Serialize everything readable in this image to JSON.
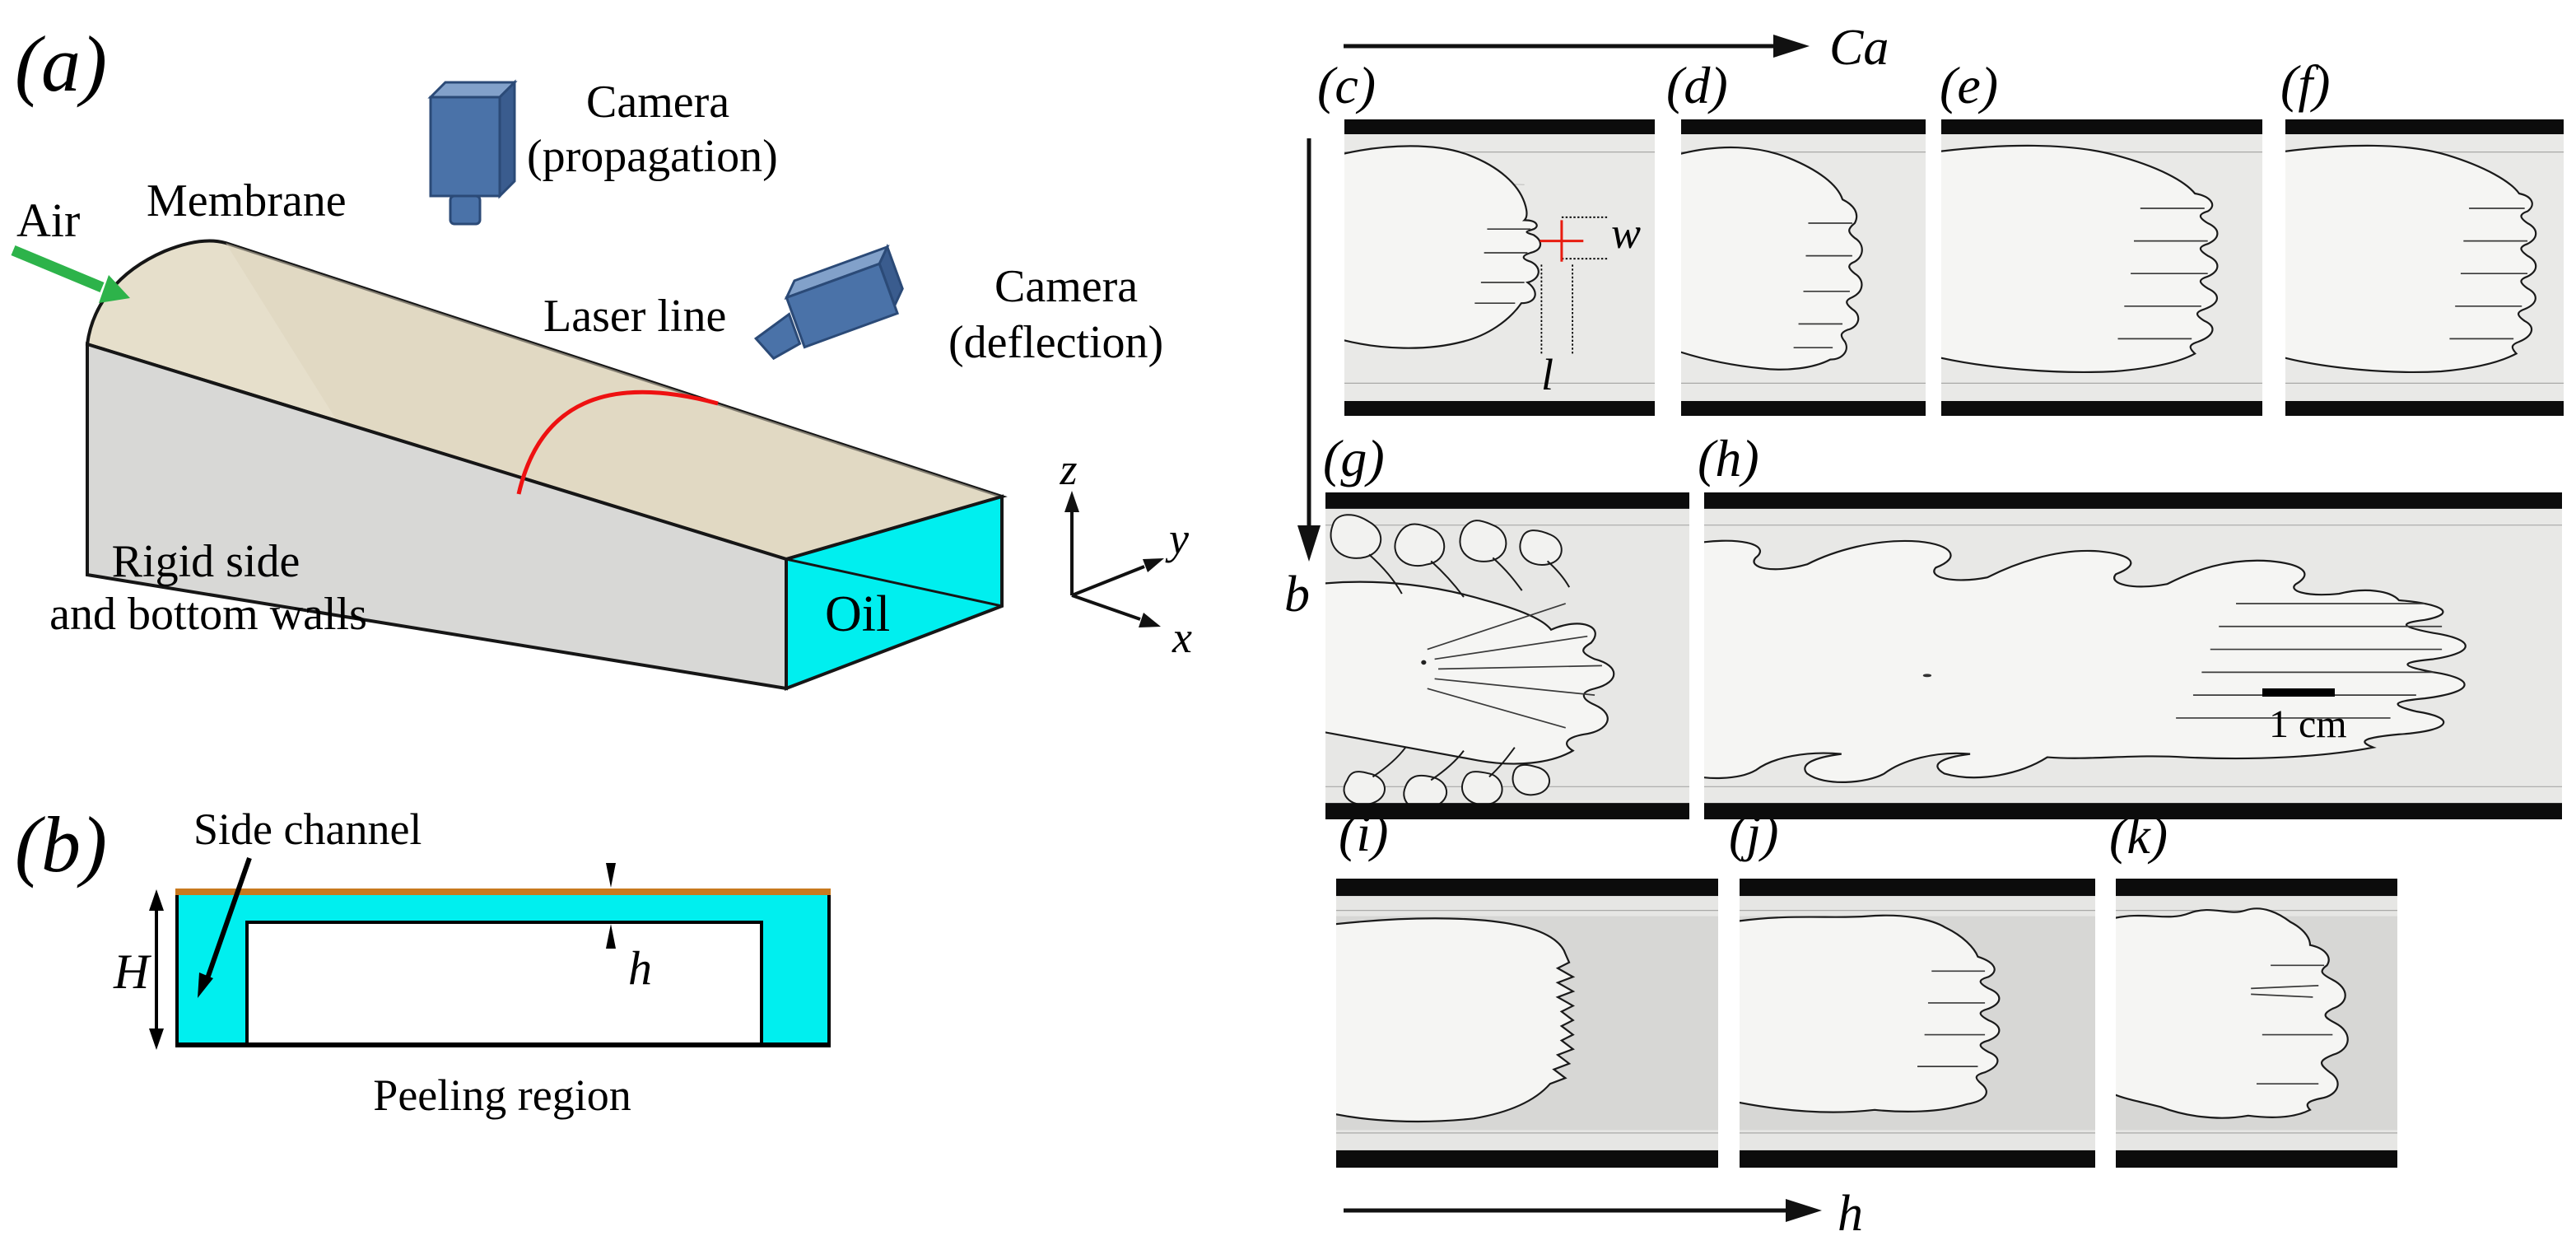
{
  "panel_a": {
    "label": "(a)",
    "air": "Air",
    "membrane": "Membrane",
    "camera_propagation_line1": "Camera",
    "camera_propagation_line2": "(propagation)",
    "laser_line": "Laser line",
    "camera_deflection_line1": "Camera",
    "camera_deflection_line2": "(deflection)",
    "oil": "Oil",
    "walls_line1": "Rigid side",
    "walls_line2": "and bottom walls",
    "axis_x": "x",
    "axis_y": "y",
    "axis_z": "z"
  },
  "panel_b": {
    "label": "(b)",
    "side_channel": "Side channel",
    "height_label": "H",
    "gap_label": "h",
    "peeling_region": "Peeling region"
  },
  "gallery": {
    "ca_label": "Ca",
    "b_label": "b",
    "h_label": "h",
    "scale_label": "1 cm",
    "finger_width_label": "w",
    "finger_length_label": "l",
    "panels": [
      {
        "label": "(c)"
      },
      {
        "label": "(d)"
      },
      {
        "label": "(e)"
      },
      {
        "label": "(f)"
      },
      {
        "label": "(g)"
      },
      {
        "label": "(h)"
      },
      {
        "label": "(i)"
      },
      {
        "label": "(j)"
      },
      {
        "label": "(k)"
      }
    ]
  },
  "colors": {
    "oil_cyan": "#00efef",
    "membrane_orange": "#c8791e",
    "laser_red": "#ee1111",
    "air_arrow_green": "#2db34a",
    "camera_blue": "#4a72a8",
    "camera_blue_light": "#82a1ca",
    "camera_blue_dark": "#3a5c8e"
  }
}
